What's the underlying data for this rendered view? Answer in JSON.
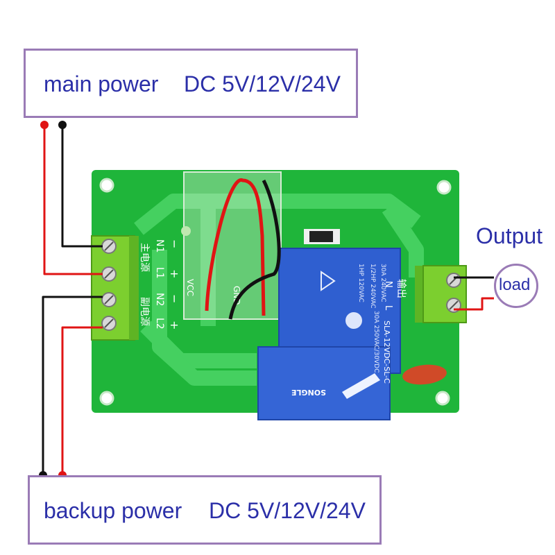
{
  "main_power": {
    "label": "main power",
    "voltage": "DC 5V/12V/24V"
  },
  "backup_power": {
    "label": "backup power",
    "voltage": "DC 5V/12V/24V"
  },
  "output": {
    "label": "Output",
    "load_label": "load"
  },
  "board": {
    "left_terminal_pins": [
      "N1",
      "L1",
      "N2",
      "L2"
    ],
    "left_terminal_signs": [
      "−",
      "+",
      "−",
      "+"
    ],
    "main_power_silk": "主电源",
    "backup_power_silk": "副电源",
    "output_silk": "输出",
    "output_pins": [
      "N",
      "L"
    ],
    "vcc_silk": "VCC",
    "gnd_silk": "GND",
    "relay": {
      "brand": "SONGLE",
      "model": "SLA-12VDC-SL-C",
      "rating_lines": [
        "30A 240VAC",
        "1/2HP 240VAC",
        "1HP 120VAC",
        "30A 250VAC/30VDC"
      ]
    },
    "colors": {
      "pcb": "#1fb53a",
      "trace": "#3cc94e",
      "terminal": "#7ccf2f",
      "relay": "#2f5fd0",
      "wire_red": "#e01414",
      "wire_black": "#111111"
    }
  }
}
